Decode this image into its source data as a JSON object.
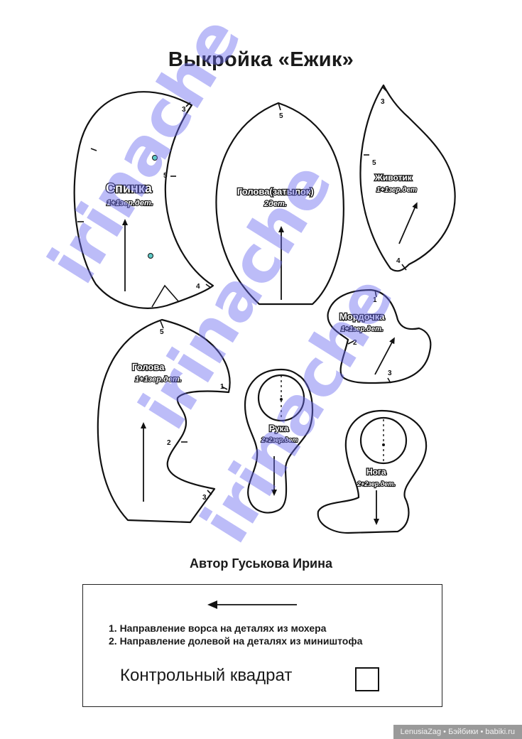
{
  "title": "Выкройка «Ежик»",
  "watermark": "irinache",
  "pieces": {
    "spinka": {
      "label": "Спинка",
      "count": "1+1зер.дет.",
      "marks": [
        "3",
        "5",
        "4"
      ]
    },
    "golova_zatylok": {
      "label": "Голова(затылок)",
      "count": "2дет.",
      "marks": [
        "5"
      ]
    },
    "zhivotik": {
      "label": "Животик",
      "count": "1+1зер.дет",
      "marks": [
        "3",
        "5",
        "4"
      ]
    },
    "mordochka": {
      "label": "Мордочка",
      "count": "1+1зер.дет.",
      "marks": [
        "1",
        "2",
        "3"
      ]
    },
    "golova": {
      "label": "Голова",
      "count": "1+1зер.дет.",
      "marks": [
        "5",
        "1",
        "2",
        "3"
      ]
    },
    "ruka": {
      "label": "Рука",
      "count": "2+2зер.дет"
    },
    "noga": {
      "label": "Нога",
      "count": "2+2зер.дет."
    }
  },
  "author": "Автор Гуськова Ирина",
  "legend": {
    "item1": "1. Направление ворса на деталях из мохера",
    "item2": "2. Направление долевой на деталях из миништофа",
    "control": "Контрольный квадрат"
  },
  "credits": "LenusiaZag • Бэйбики • babiki.ru"
}
